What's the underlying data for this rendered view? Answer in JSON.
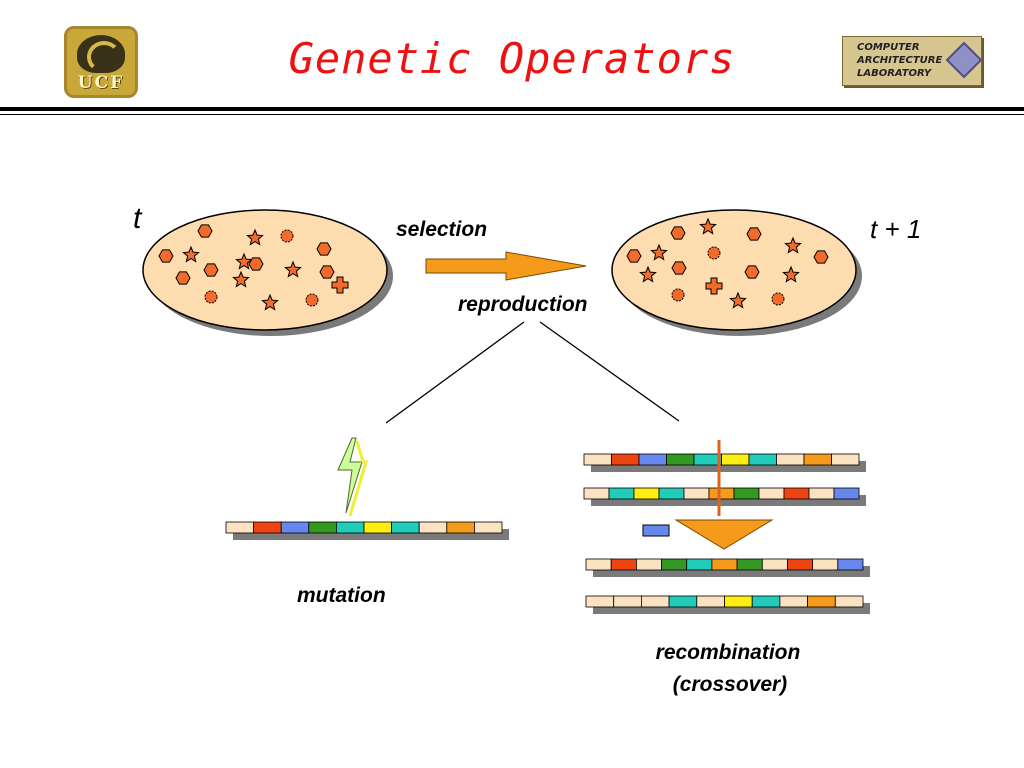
{
  "slide": {
    "title": "Genetic Operators",
    "ucf_logo_text": "UCF",
    "lab_logo_lines": [
      "COMPUTER",
      "ARCHITECTURE",
      "LABORATORY"
    ]
  },
  "labels": {
    "t": "t",
    "t_plus_1": "t + 1",
    "selection": "selection",
    "reproduction": "reproduction",
    "mutation": "mutation",
    "recombination": "recombination",
    "crossover": "(crossover)"
  },
  "colors": {
    "title": "#ee1111",
    "population_fill": "#fddcb0",
    "individual_fill": "#f26b2a",
    "arrow_fill": "#f59a1a",
    "gene_base": "#fbe3c2",
    "gene_red": "#ee4411",
    "gene_blue": "#6688ee",
    "gene_green": "#339922",
    "gene_cyan": "#22ccbb",
    "gene_yellow": "#ffee11",
    "gene_orange": "#f59a1a",
    "crossover_line": "#e06020",
    "lightning": "#ccff99"
  },
  "populations": {
    "t": [
      "hex",
      "star",
      "circle",
      "hex",
      "star",
      "hex",
      "star",
      "hex",
      "hex",
      "star",
      "hex",
      "star",
      "hex",
      "cross",
      "circle",
      "star",
      "circle"
    ],
    "t_plus_1": [
      "hex",
      "star",
      "hex",
      "star",
      "hex",
      "star",
      "circle",
      "hex",
      "star",
      "hex",
      "star",
      "hex",
      "cross",
      "star",
      "circle",
      "circle"
    ]
  },
  "chromosomes": {
    "mutation": [
      "base",
      "red",
      "blue",
      "green",
      "cyan",
      "yellow",
      "cyan",
      "base",
      "orange",
      "base"
    ],
    "parent_1": [
      "base",
      "red",
      "blue",
      "green",
      "cyan",
      "yellow",
      "cyan",
      "base",
      "orange",
      "base"
    ],
    "parent_2": [
      "base",
      "cyan",
      "yellow",
      "cyan",
      "base",
      "orange",
      "green",
      "base",
      "red",
      "base",
      "blue"
    ],
    "child_1": [
      "base",
      "red",
      "base",
      "green",
      "cyan",
      "orange",
      "green",
      "base",
      "red",
      "base",
      "blue"
    ],
    "child_2": [
      "base",
      "base",
      "base",
      "cyan",
      "base",
      "yellow",
      "cyan",
      "base",
      "orange",
      "base"
    ]
  }
}
